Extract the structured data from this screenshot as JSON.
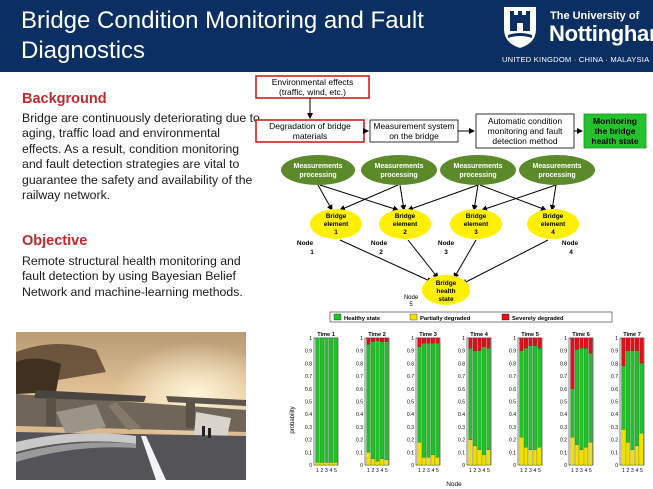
{
  "header": {
    "title": "Bridge Condition Monitoring and Fault Diagnostics",
    "logo_the": "The University of",
    "logo_name": "Nottingham",
    "logo_tagline": "UNITED KINGDOM · CHINA · MALAYSIA"
  },
  "background": {
    "heading": "Background",
    "text": "Bridge are continuously deteriorating due to aging, traffic load and environmental effects. As a result, condition monitoring and fault detection strategies are vital to guarantee the safety and availability of the railway network."
  },
  "objective": {
    "heading": "Objective",
    "text": "Remote structural health monitoring and fault detection by using Bayesian Belief Network and machine-learning methods."
  },
  "diagram": {
    "env_line1": "Environmental effects",
    "env_line2": "(traffic, wind, etc.)",
    "deg_line1": "Degradation of bridge",
    "deg_line2": "materials",
    "meas_line1": "Measurement system",
    "meas_line2": "on the bridge",
    "auto_line1": "Automatic condition",
    "auto_line2": "monitoring and fault",
    "auto_line3": "detection method",
    "mon_line1": "Monitoring",
    "mon_line2": "the bridge",
    "mon_line3": "health state",
    "processing": [
      {
        "line1": "Measurements",
        "line2": "processing"
      },
      {
        "line1": "Measurements",
        "line2": "processing"
      },
      {
        "line1": "Measurements",
        "line2": "processing"
      },
      {
        "line1": "Measurements",
        "line2": "processing"
      }
    ],
    "elements": [
      {
        "line1": "Bridge",
        "line2": "element",
        "line3": "1",
        "node": "Node",
        "node_num": "1"
      },
      {
        "line1": "Bridge",
        "line2": "element",
        "line3": "2",
        "node": "Node",
        "node_num": "2"
      },
      {
        "line1": "Bridge",
        "line2": "element",
        "line3": "3",
        "node": "Node",
        "node_num": "3"
      },
      {
        "line1": "Bridge",
        "line2": "element",
        "line3": "4",
        "node": "Node",
        "node_num": "4"
      }
    ],
    "health": {
      "line1": "Bridge",
      "line2": "health",
      "line3": "state",
      "node": "Node",
      "node_num": "5"
    },
    "colors": {
      "green_node": "#5c8a2a",
      "yellow_node": "#ffef00",
      "monitor_box": "#22c32c",
      "red_border": "#d02020"
    }
  },
  "chart_data": {
    "type": "bar",
    "stacked": true,
    "legend": [
      "Healthy state",
      "Partially degraded",
      "Severely degraded"
    ],
    "legend_placement": "top",
    "colors": [
      "#22c02a",
      "#f2e000",
      "#e0101a"
    ],
    "xlabel": "Node",
    "ylabel": "probability",
    "ylim": [
      0,
      1
    ],
    "yticks": [
      "0",
      "0.1",
      "0.2",
      "0.3",
      "0.4",
      "0.5",
      "0.6",
      "0.7",
      "0.8",
      "0.9",
      "1"
    ],
    "categories": [
      "1",
      "2",
      "3",
      "4",
      "5"
    ],
    "panels": [
      {
        "title": "Time 1",
        "healthy": [
          0.98,
          0.98,
          0.98,
          0.98,
          0.98
        ],
        "partial": [
          0.02,
          0.02,
          0.02,
          0.02,
          0.02
        ],
        "severe": [
          0,
          0,
          0,
          0,
          0
        ]
      },
      {
        "title": "Time 2",
        "healthy": [
          0.85,
          0.92,
          0.95,
          0.92,
          0.93
        ],
        "partial": [
          0.1,
          0.05,
          0.03,
          0.05,
          0.04
        ],
        "severe": [
          0.05,
          0.03,
          0.02,
          0.03,
          0.03
        ]
      },
      {
        "title": "Time 3",
        "healthy": [
          0.75,
          0.9,
          0.9,
          0.88,
          0.9
        ],
        "partial": [
          0.18,
          0.06,
          0.06,
          0.08,
          0.06
        ],
        "severe": [
          0.07,
          0.04,
          0.04,
          0.04,
          0.04
        ]
      },
      {
        "title": "Time 4",
        "healthy": [
          0.72,
          0.75,
          0.78,
          0.85,
          0.8
        ],
        "partial": [
          0.2,
          0.15,
          0.12,
          0.08,
          0.12
        ],
        "severe": [
          0.08,
          0.1,
          0.1,
          0.07,
          0.08
        ]
      },
      {
        "title": "Time 5",
        "healthy": [
          0.68,
          0.78,
          0.82,
          0.82,
          0.78
        ],
        "partial": [
          0.22,
          0.14,
          0.12,
          0.12,
          0.14
        ],
        "severe": [
          0.1,
          0.08,
          0.06,
          0.06,
          0.08
        ]
      },
      {
        "title": "Time 6",
        "healthy": [
          0.38,
          0.75,
          0.8,
          0.78,
          0.7
        ],
        "partial": [
          0.22,
          0.16,
          0.12,
          0.14,
          0.18
        ],
        "severe": [
          0.4,
          0.09,
          0.08,
          0.08,
          0.12
        ]
      },
      {
        "title": "Time 7",
        "healthy": [
          0.5,
          0.72,
          0.78,
          0.75,
          0.55
        ],
        "partial": [
          0.28,
          0.18,
          0.12,
          0.15,
          0.25
        ],
        "severe": [
          0.22,
          0.1,
          0.1,
          0.1,
          0.2
        ]
      }
    ]
  }
}
